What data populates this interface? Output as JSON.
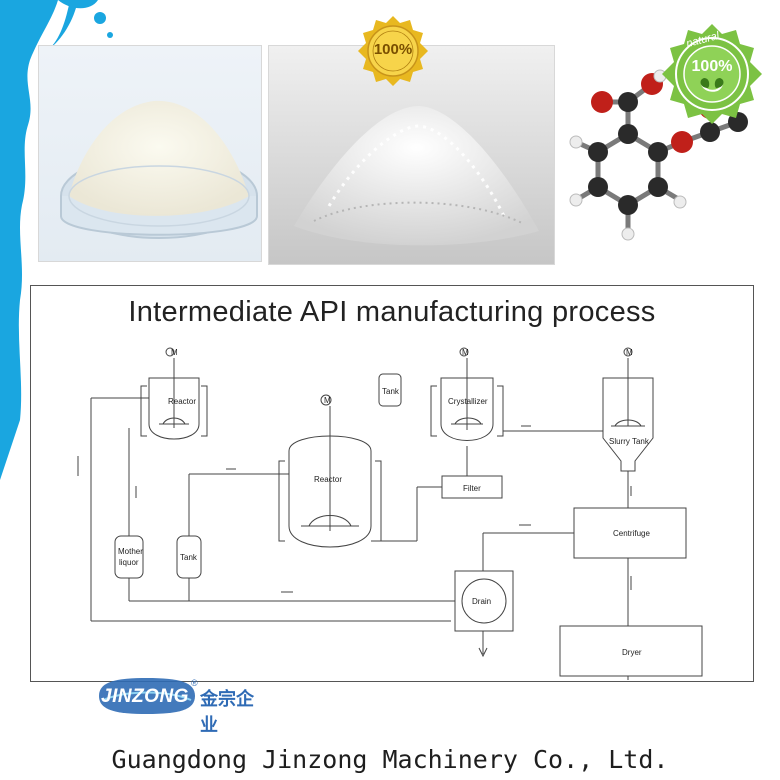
{
  "photos": {
    "powder_dish": {
      "label": "white powder in glass petri dish"
    },
    "crystals": {
      "badge_text": "100%"
    },
    "molecule": {
      "badge_text": "100%",
      "badge_arc": "natural"
    }
  },
  "diagram": {
    "title": "Intermediate API manufacturing process",
    "motor": "M",
    "labels": {
      "reactor_small": "Reactor",
      "reactor_main": "Reactor",
      "tank_top": "Tank",
      "crystallizer": "Crystallizer",
      "slurry_tank": "Slurry Tank",
      "filter": "Filter",
      "centrifuge": "Centrifuge",
      "mother_liquor_1": "Mother",
      "mother_liquor_2": "liquor",
      "tank_mid": "Tank",
      "drain": "Drain",
      "dryer": "Dryer"
    }
  },
  "logo": {
    "brand": "JINZONG",
    "reg_mark": "®",
    "chinese": "金宗企业"
  },
  "footer": {
    "company": "Guangdong Jinzong Machinery Co., Ltd."
  },
  "colors": {
    "splash": "#1aa6e0",
    "molecule_red": "#c0201a",
    "badge_green": "#7cc243",
    "badge_gold": "#e8b820",
    "logo_blue": "#2f6bb5"
  }
}
